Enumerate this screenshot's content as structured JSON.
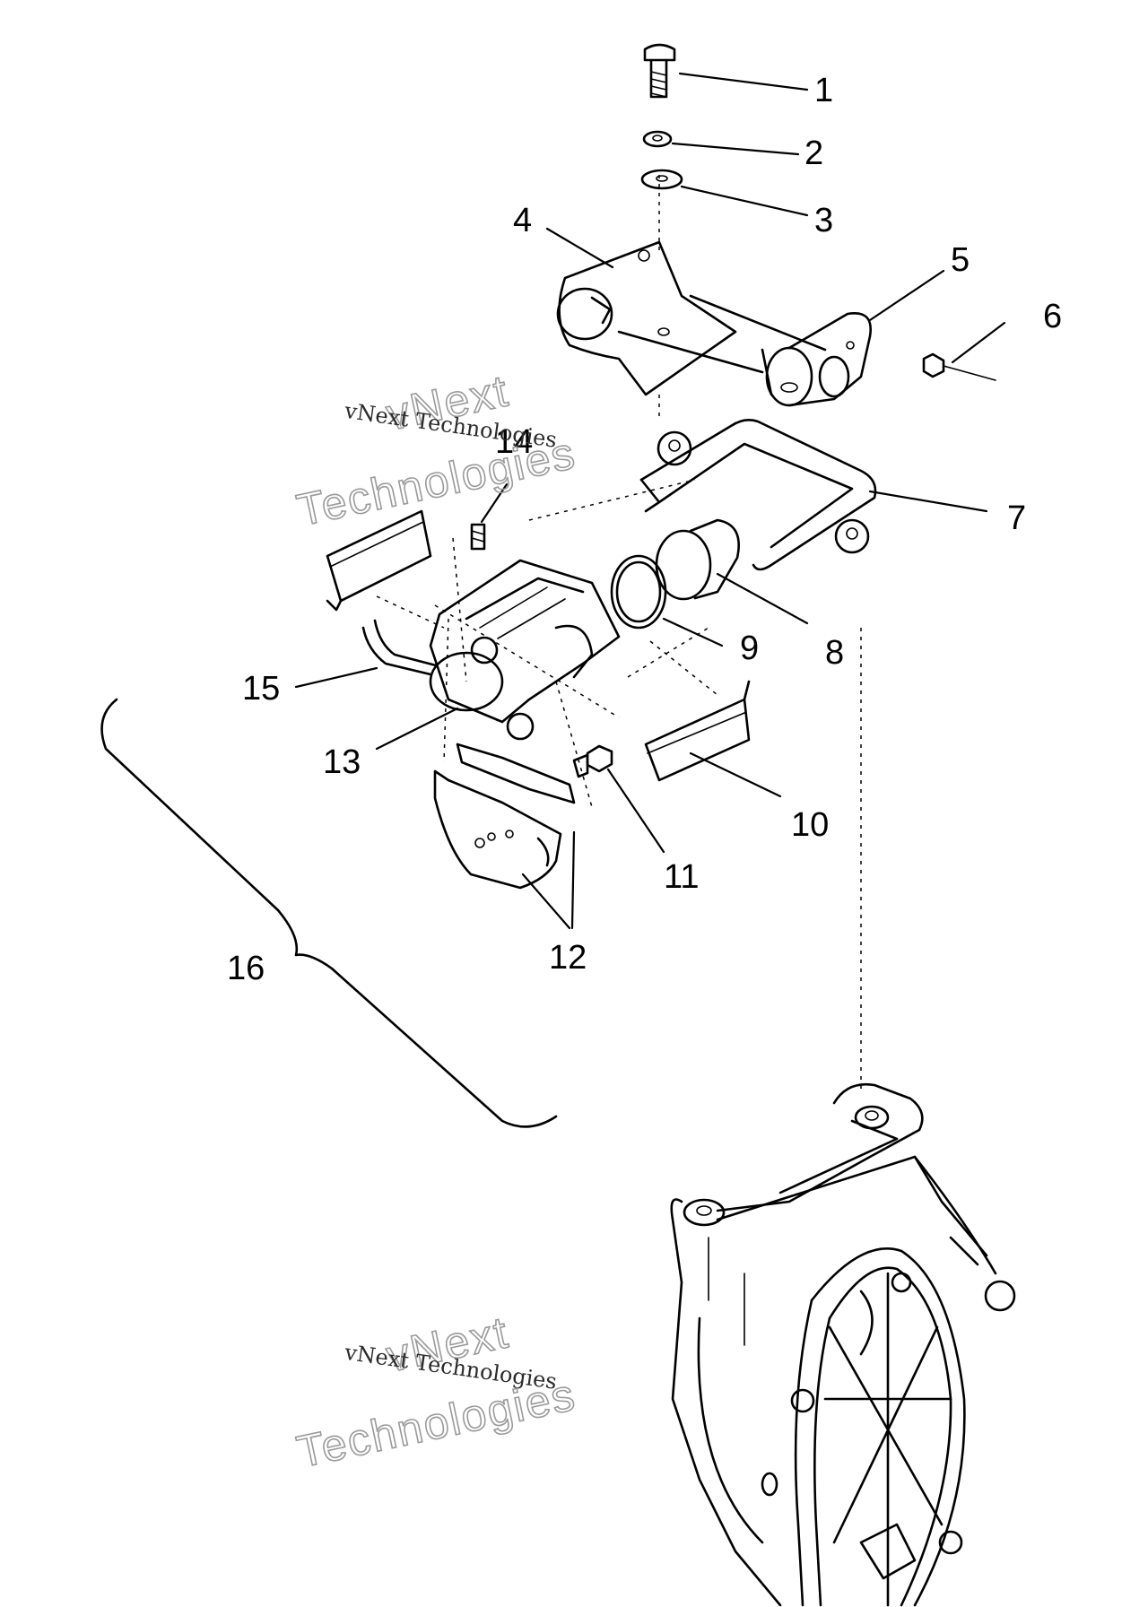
{
  "callouts": [
    "1",
    "2",
    "3",
    "4",
    "5",
    "6",
    "7",
    "8",
    "9",
    "10",
    "11",
    "12",
    "13",
    "14",
    "15",
    "16"
  ],
  "watermark": {
    "line1": "vNext Technologies",
    "outline_top": "vNext",
    "outline_bottom": "Technologies"
  }
}
